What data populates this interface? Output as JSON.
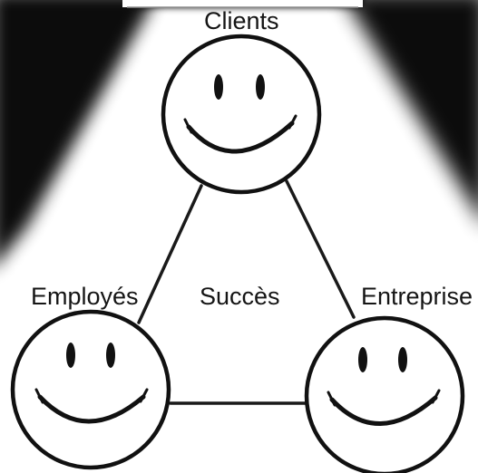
{
  "diagram": {
    "nodes": [
      {
        "id": "clients",
        "label": "Clients",
        "icon": "smiley-face-icon"
      },
      {
        "id": "employes",
        "label": "Employés",
        "icon": "smiley-face-icon"
      },
      {
        "id": "entreprise",
        "label": "Entreprise",
        "icon": "smiley-face-icon"
      }
    ],
    "center_label": "Succès",
    "edges": [
      {
        "from": "clients",
        "to": "employes"
      },
      {
        "from": "clients",
        "to": "entreprise"
      },
      {
        "from": "employes",
        "to": "entreprise"
      }
    ]
  },
  "colors": {
    "background": "#ffffff",
    "shadow": "#000000",
    "stroke": "#141414"
  }
}
